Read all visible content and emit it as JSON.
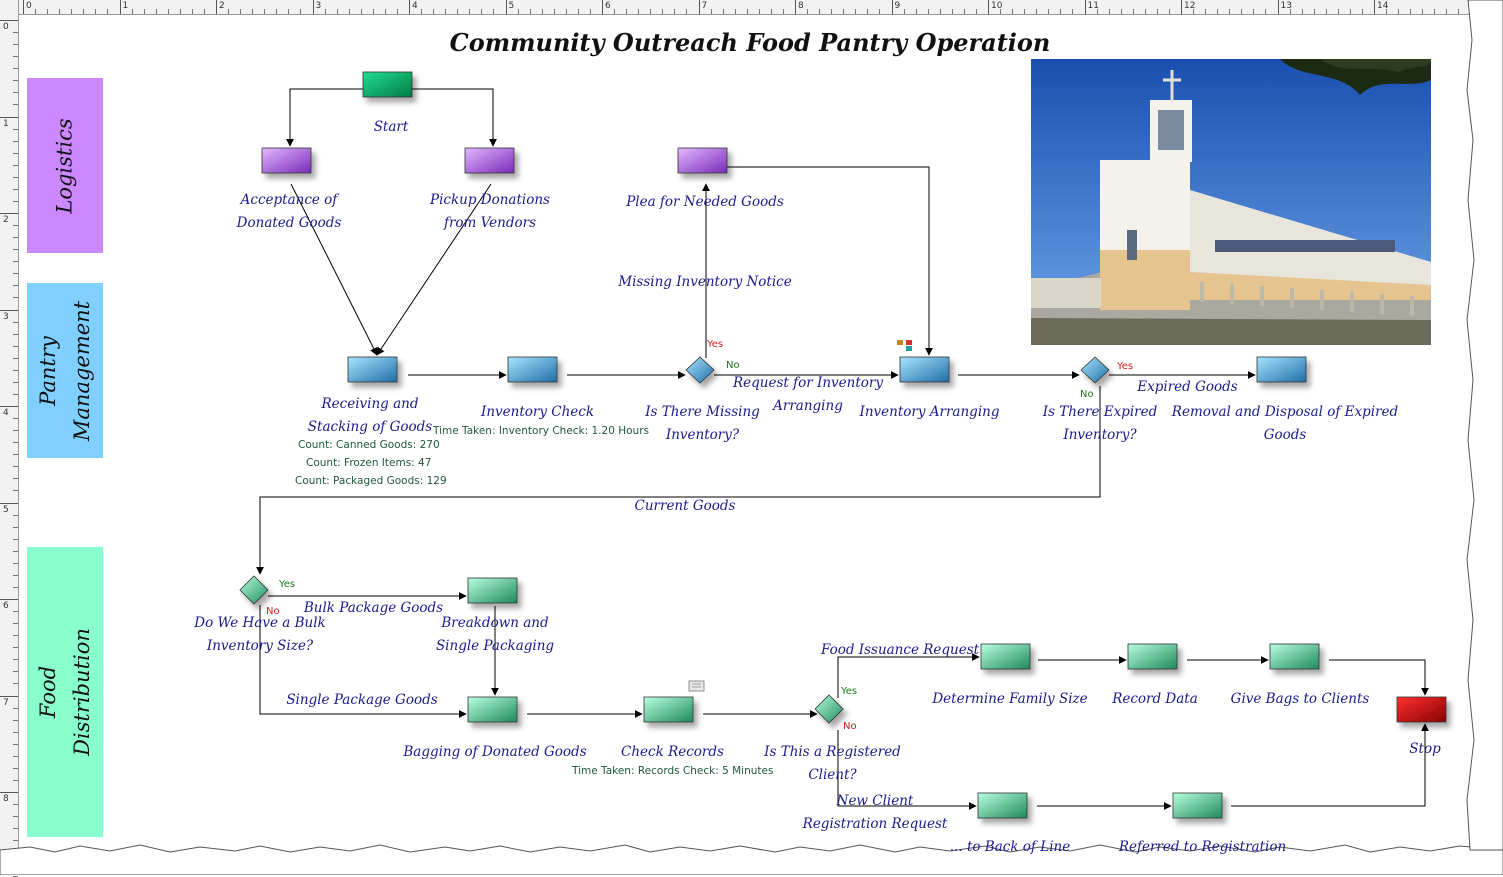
{
  "title": "Community Outreach Food Pantry Operation",
  "ruler": {
    "h_numbers": [
      "0",
      "1",
      "2",
      "3",
      "4",
      "5",
      "6",
      "7",
      "8",
      "9",
      "10",
      "11",
      "12",
      "13",
      "14"
    ],
    "v_numbers": [
      "0",
      "1",
      "2",
      "3",
      "4",
      "5",
      "6",
      "7",
      "8"
    ]
  },
  "lanes": [
    {
      "label": "Logistics",
      "color": "#cc88ff"
    },
    {
      "label": "Pantry\nManagement",
      "color": "#7fd0ff"
    },
    {
      "label": "Food\nDistribution",
      "color": "#88ffcc"
    }
  ],
  "colors": {
    "logistics": "#cc88ff",
    "pantry": "#7fd0ff",
    "distribution": "#88ffcc",
    "start": "#00c070",
    "stop": "#e00000",
    "arrow": "#000000",
    "label_text": "#1a1a8c"
  },
  "nodes": {
    "start": "Start",
    "acceptance": "Acceptance of\nDonated Goods",
    "pickup": "Pickup Donations\nfrom Vendors",
    "plea": "Plea for Needed Goods",
    "receiving": "Receiving and\nStacking of Goods",
    "inventory_check": "Inventory Check",
    "is_missing": "Is There Missing\nInventory?",
    "inventory_arranging": "Inventory Arranging",
    "is_expired": "Is There Expired\nInventory?",
    "removal": "Removal and Disposal of Expired\nGoods",
    "bulk_decision": "Do We Have a Bulk\nInventory Size?",
    "breakdown": "Breakdown and\nSingle Packaging",
    "bagging": "Bagging of Donated Goods",
    "check_records": "Check Records",
    "is_registered": "Is This a Registered\nClient?",
    "family_size": "Determine Family Size",
    "record_data": "Record Data",
    "give_bags": "Give Bags to Clients",
    "stop": "Stop",
    "back_of_line": "... to Back of Line",
    "referred": "Referred to Registration"
  },
  "edges": {
    "missing_notice": "Missing Inventory Notice",
    "request_arranging": "Request for Inventory\nArranging",
    "expired_goods": "Expired Goods",
    "current_goods": "Current Goods",
    "bulk_package": "Bulk Package Goods",
    "single_package": "Single Package Goods",
    "food_issuance": "Food Issuance Request",
    "new_client": "New Client\nRegistration Request"
  },
  "notes": {
    "canned": "Count: Canned Goods:  270",
    "frozen": "Count: Frozen Items:  47",
    "packaged": "Count: Packaged Goods:  129",
    "time_inventory": "Time Taken: Inventory Check:  1.20 Hours",
    "time_records": "Time Taken: Records Check:  5 Minutes"
  },
  "branch": {
    "yes": "Yes",
    "no": "No"
  },
  "photo_icon": "church-building-photo"
}
